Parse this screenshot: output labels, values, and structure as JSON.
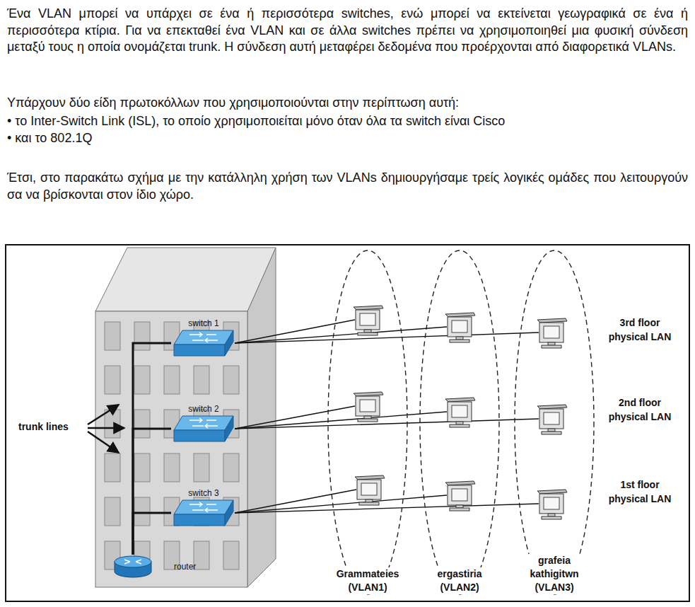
{
  "diagram": {
    "nodes": [
      {
        "text": [
          "switch 1"
        ]
      },
      {
        "text": [
          "switch 2"
        ]
      },
      {
        "text": [
          "switch 3"
        ]
      },
      {
        "text": [
          "router"
        ]
      },
      {
        "text": [
          "Grammateies",
          "(VLAN1)"
        ]
      },
      {
        "text": [
          "ergastiria",
          "(VLAN2)"
        ]
      },
      {
        "text": [
          "grafeia kathigitwn",
          "(VLAN3)"
        ]
      }
    ],
    "edges": [
      {
        "from": 3,
        "to": 0,
        "arrow": "none"
      },
      {
        "from": 3,
        "to": 1,
        "arrow": "none"
      },
      {
        "from": 3,
        "to": 2,
        "arrow": "none"
      }
    ],
    "labels": [
      "Ένα VLAN μπορεί να υπάρχει σε ένα ή περισσότερα switches, ενώ μπορεί να εκτείνεται γεωγραφικά σε ένα ή περισσότερα κτίρια. Για να επεκταθεί ένα VLAN και σε άλλα switches πρέπει να χρησιμοποιηθεί μια φυσική σύνδεση μεταξύ τους η οποία ονομάζεται trunk. Η σύνδεση αυτή μεταφέρει δεδομένα που προέρχονται από διαφορετικά VLANs.",
      "Υπάρχουν δύο είδη πρωτοκόλλων που χρησιμοποιούνται στην περίπτωση αυτή:",
      "• το Inter-Switch Link (ISL), το οποίο χρησιμοποιείται μόνο όταν όλα τα switch είναι Cisco",
      "• και το 802.1Q",
      "Έτσι, στο παρακάτω σχήμα με την κατάλληλη χρήση των VLANs δημιουργήσαμε τρείς λογικές ομάδες που λειτουργούν σα να βρίσκονται στον ίδιο χώρο.",
      "trunk lines",
      "3rd floor",
      "physical LAN",
      "2nd floor",
      "physical LAN",
      "1st floor",
      "physical LAN"
    ]
  }
}
